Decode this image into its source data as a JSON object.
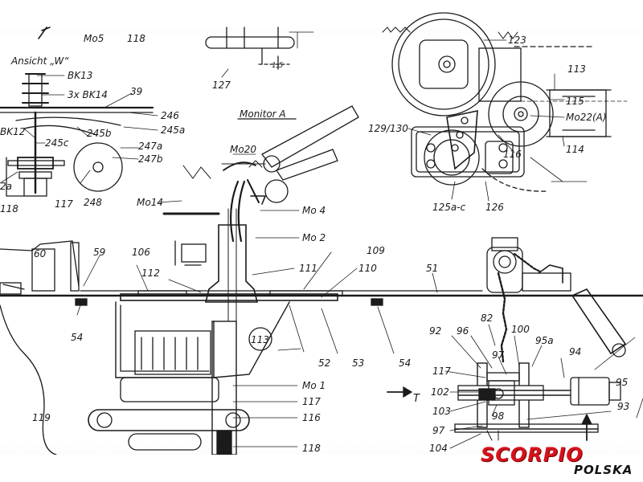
{
  "drawing": {
    "view_label": "Ansicht „W“",
    "monitor_label": "Monitor A",
    "dimension": "1,5",
    "arrow_label": "T",
    "part_labels": {
      "mo5": "Mo5",
      "p118a": "118",
      "bk13": "BK13",
      "bk14": "3x BK14",
      "p39": "39",
      "p246": "246",
      "p245b": "245b",
      "p245a": "245a",
      "bk12": "BK12",
      "p245c": "245c",
      "p247a": "247a",
      "p247b": "247b",
      "p2a": "2a",
      "p118b": "118",
      "p117a": "117",
      "p248": "248",
      "p127": "127",
      "mo20": "Mo20",
      "mo14": "Mo14",
      "mo4": "Mo 4",
      "mo2": "Mo 2",
      "p111": "111",
      "p109": "109",
      "p110": "110",
      "p51": "51",
      "p123": "123",
      "p113a": "113",
      "p115": "115",
      "mo22a": "Mo22(A)",
      "p129": "129/130",
      "p116a": "116",
      "p114": "114",
      "p125": "125a-c",
      "p126": "126",
      "p60": "60",
      "p59": "59",
      "p106": "106",
      "p112": "112",
      "p54a": "54",
      "p113b": "113",
      "p52": "52",
      "p53": "53",
      "p54b": "54",
      "p119": "119",
      "mo1": "Mo 1",
      "p117b": "117",
      "p116b": "116",
      "p118c": "118",
      "p82": "82",
      "p92": "92",
      "p96": "96",
      "p100": "100",
      "p95a": "95a",
      "p94": "94",
      "p97a": "97",
      "p117c": "117",
      "p95": "95",
      "p102": "102",
      "p103": "103",
      "p98": "98",
      "p93": "93",
      "p97b": "97",
      "p104": "104"
    }
  },
  "watermark": {
    "brand": "SCORPIO",
    "region": "POLSKA"
  }
}
